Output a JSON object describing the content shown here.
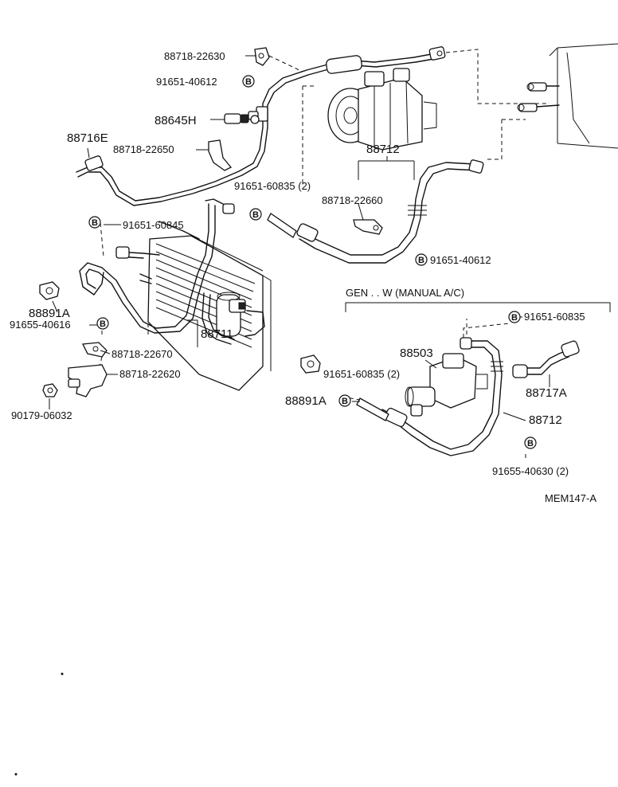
{
  "diagram": {
    "labels": {
      "p88718_22630": "88718-22630",
      "p91651_40612_top": "91651-40612",
      "p88645H": "88645H",
      "p88716E": "88716E",
      "p88718_22650": "88718-22650",
      "p88712_top": "88712",
      "p91651_60835_2_top": "91651-60835  (2)",
      "p88718_22660": "88718-22660",
      "p91651_60845": "91651-60845",
      "p91651_40612_mid": "91651-40612",
      "p88891A_left": "88891A",
      "p91655_40616": "91655-40616",
      "p88711": "88711",
      "p88718_22670": "88718-22670",
      "p88718_22620": "88718-22620",
      "p90179_06032": "90179-06032",
      "gen_note": "GEN . . W (MANUAL A/C)",
      "p91651_60835_right": "91651-60835",
      "p88503": "88503",
      "p91651_60835_2_mid": "91651-60835  (2)",
      "p88891A_mid": "88891A",
      "p88717A": "88717A",
      "p88712_bottom": "88712",
      "p91655_40630_2": "91655-40630  (2)",
      "diagram_code": "MEM147-A"
    },
    "bolt_marker": "B"
  },
  "icons": {
    "bolt": "bolt-marker-icon",
    "compressor": "compressor-icon",
    "condenser": "condenser-icon",
    "receiver": "receiver-tank-icon",
    "switch": "pressure-switch-icon",
    "clamp": "clamp-icon",
    "grommet": "grommet-icon",
    "nut": "nut-icon"
  }
}
